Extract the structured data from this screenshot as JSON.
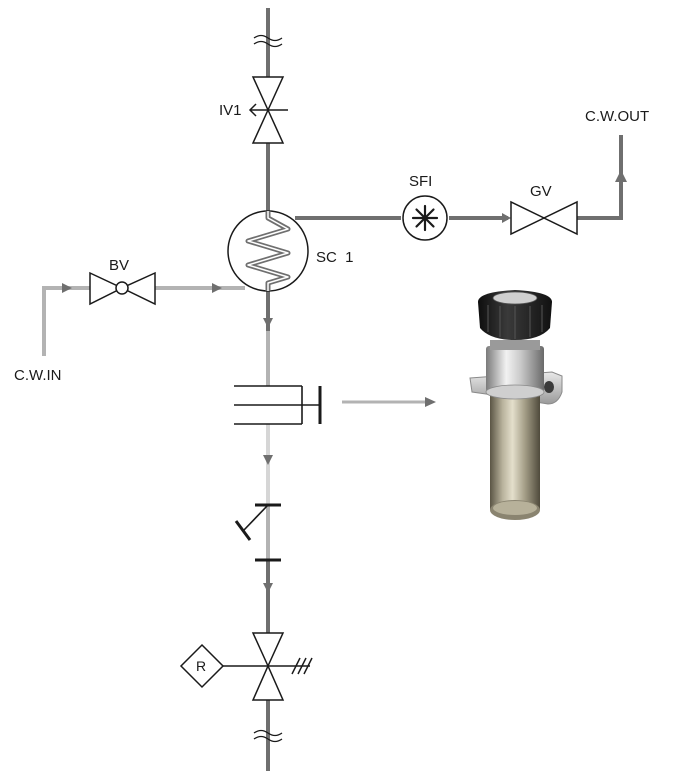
{
  "labels": {
    "iv1": "IV1",
    "sfi": "SFI",
    "gv": "GV",
    "cw_out": "C.W.OUT",
    "bv": "BV",
    "sc1": "SC  1",
    "cw_in": "C.W.IN",
    "regulator": "R"
  },
  "colors": {
    "pipe_dark": "#6f6f6f",
    "pipe_light": "#b3b3b3",
    "symbol": "#1a1a1a",
    "background": "#ffffff"
  },
  "icons": {
    "product": "sampling-cylinder-photo-icon"
  }
}
